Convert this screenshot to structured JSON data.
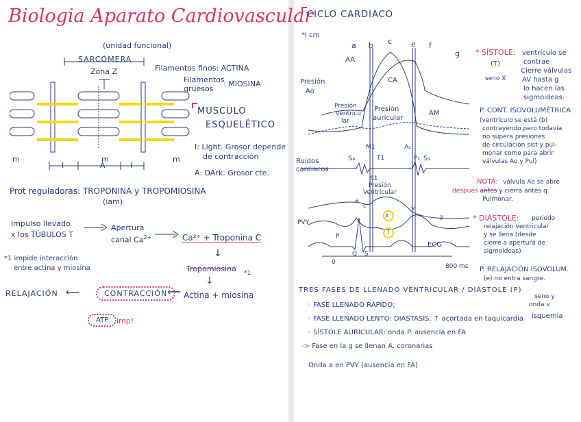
{
  "left": {
    "title": "Biologia Aparato Cardiovascular",
    "sarcomere": {
      "unit_note": "(unidad funcional)",
      "label": "SARCÓMERA",
      "zone": "Zona Z",
      "thin": "Filamentos finos: ACTINA",
      "thick_1": "Filamentos",
      "thick_2": "gruesos",
      "thick_3": ": MIOSINA",
      "muscle_1": "MUSCULO",
      "muscle_2": "ESQUELÉTICO",
      "light_1": "I: Light. Grosor depende",
      "light_2": "de contracción",
      "dark": "A: DArk. Grosor cte.",
      "m": "m",
      "i": "I",
      "a": "A"
    },
    "prot_1": "Prot reguladoras: TROPONINA y TROPOMIOSINA",
    "prot_2": "(iam)",
    "impulse_1": "Impulso llevado",
    "impulse_2": "x los TÚBULOS T",
    "apertura_1": "Apertura",
    "apertura_2": "canal Ca",
    "apertura_sup": "2+",
    "ca_trop": "Ca²⁺ + Troponina C",
    "tropomiosina": "Tropomiosina",
    "star": "*1",
    "impide_1": "*1 impide interacción",
    "impide_2": "entre actina y miosina",
    "relajacion": "RELAJACIÓN",
    "contraccion": "CONTRACCIÓN",
    "actina_miosina": "Actina + miosina",
    "atp": "ATP",
    "imp": "imp!"
  },
  "right": {
    "title": "CICLO CARDIACO",
    "cm": "*I cm",
    "letters": [
      "a",
      "b",
      "c",
      "e",
      "f",
      "g"
    ],
    "aa": "AA",
    "ca": "CA",
    "am": "AM",
    "presion_ao_1": "Presión",
    "presion_ao_2": "Ao",
    "presion_vent_1": "Presión",
    "presion_vent_2": "ventricu",
    "presion_vent_3": "lar",
    "presion_aur_1": "Presión",
    "presion_aur_2": "auricular",
    "ruidos_1": "Ruidos",
    "ruidos_2": "cardiacos",
    "s4": "S₄",
    "s1": "S1",
    "m1": "M1",
    "t1": "T1",
    "a2": "A₂",
    "p2": "P₂",
    "s3": "S₃",
    "pv_1": "Presión",
    "pv_2": "Ventricular",
    "pvy": "PVY",
    "ecg": "ECG",
    "axis_0": "0",
    "axis_ms": "800 ms",
    "p_label": "P",
    "a_label": "a",
    "c_label": "c",
    "x_label": "x",
    "v_label": "v",
    "y_label": "y",
    "t_label": "T",
    "q_label": "Q",
    "s_label": "S",
    "sistole_h": "* SÍSTOLE:",
    "sistole_1": "ventrículo se",
    "sistole_2": "contrae",
    "sistole_t": "(T)",
    "sistole_3": "Cierre válvulas",
    "sistole_4": "AV hasta g",
    "seno": "seno X",
    "sistole_5": "lo hacen las",
    "sistole_6": "sigmoideas.",
    "pcont_h": "P. CONT. ISOVOLUMÉTRICA",
    "pcont_1": "(ventrículo se está    (b)",
    "pcont_2": "contrayendo pero todavía",
    "pcont_3": "no supera presiones",
    "pcont_4": "de circulación sist y pul-",
    "pcont_5": "monar como para abrir",
    "pcont_6": "válvulas Ao y Pul)",
    "nota_h": "NOTA:",
    "nota_1": "válvula Ao se abre",
    "nota_2_strike": "antes",
    "nota_2_pre": "después",
    "nota_2": "y cierra antes q",
    "nota_3": "Pulmonar.",
    "diastole_h": "* DIÁSTOLE:",
    "diastole_1": "periodo",
    "diastole_2": "relajación ventricular",
    "diastole_3": "y se llena (desde",
    "diastole_4": "cierre a apertura de",
    "diastole_5": "sigmoideas)",
    "prelax_h": "P. RELAJACIÓN ISOVOLUM.",
    "prelax_1": "(e) no entra sangre.",
    "tres_1": "TRES FASES DE LLENADO VENTRICULAR / DIÁSTOLE",
    "tres_p": "(P)",
    "seno_y_1": "seno y",
    "seno_y_2": "onda v",
    "fase_1": "FASE LLENADO RÁPIDO;",
    "isquemia": "isquemia",
    "fase_2": "FASE LLENADO LENTO: DIASTASIS. ↑ acortada en taquicardia",
    "fase_3": "SÍSTOLE AURICULAR: onda P. ausencia en FA",
    "fase_4": "Fase en la g se llenan A. coronarias",
    "onda_a": "Onda a en PVY (ausencia en FA)",
    "bullet": "◦",
    "arrow_note": "->"
  },
  "colors": {
    "ink": "#2b3a7a",
    "accent": "#d6336c",
    "highlight": "#f1d90b"
  }
}
